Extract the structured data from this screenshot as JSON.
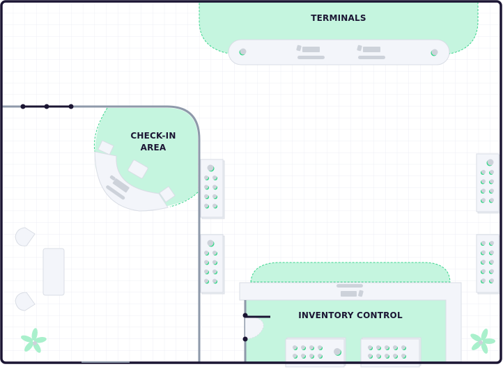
{
  "map": {
    "type": "floor-plan",
    "colors": {
      "wall_outer": "#1b1533",
      "wall_inner": "#8e99aa",
      "zone_fill": "#c5f5df",
      "zone_border": "#3ad48c",
      "furniture_fill": "#f3f5fa",
      "furniture_stroke": "#d9dde5",
      "device": "#cdd2da",
      "accent": "#2bd783",
      "grid": "#eef0f5",
      "plant": "#a9f0cc"
    },
    "zones": [
      {
        "id": "terminals",
        "label": "TERMINALS"
      },
      {
        "id": "check-in",
        "label_lines": [
          "CHECK-IN",
          "AREA"
        ]
      },
      {
        "id": "inventory",
        "label": "INVENTORY CONTROL"
      }
    ],
    "icons": [
      "plant-icon",
      "plant-icon",
      "chair-icon",
      "chair-icon",
      "armchair-icon",
      "door-icon",
      "locker-icon"
    ]
  }
}
